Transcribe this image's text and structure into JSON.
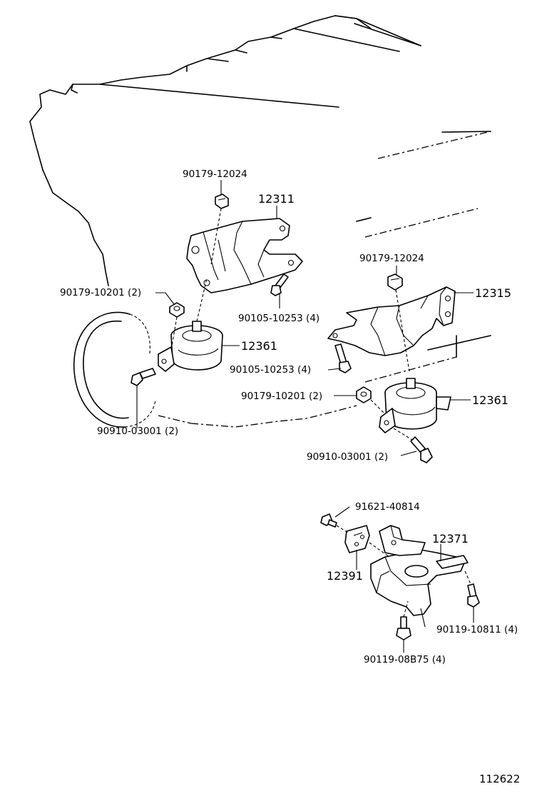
{
  "diagram_number": "112622",
  "callouts": {
    "nut_upper_left": "90179-12024",
    "bracket_left": "12311",
    "nut_left_front": "90179-10201 (2)",
    "bolt_left_bracket": "90105-10253 (4)",
    "insulator_left": "12361",
    "bolt_left_mount": "90910-03001 (2)",
    "nut_upper_right": "90179-12024",
    "bracket_right": "12315",
    "bolt_right_bracket": "90105-10253 (4)",
    "nut_right_front": "90179-10201 (2)",
    "insulator_right": "12361",
    "bolt_right_mount": "90910-03001 (2)",
    "bolt_rear_small": "91621-40814",
    "insulator_rear": "12371",
    "stopper_rear": "12391",
    "bolt_rear_side": "90119-10811 (4)",
    "bolt_rear_bottom": "90119-08B75 (4)"
  }
}
